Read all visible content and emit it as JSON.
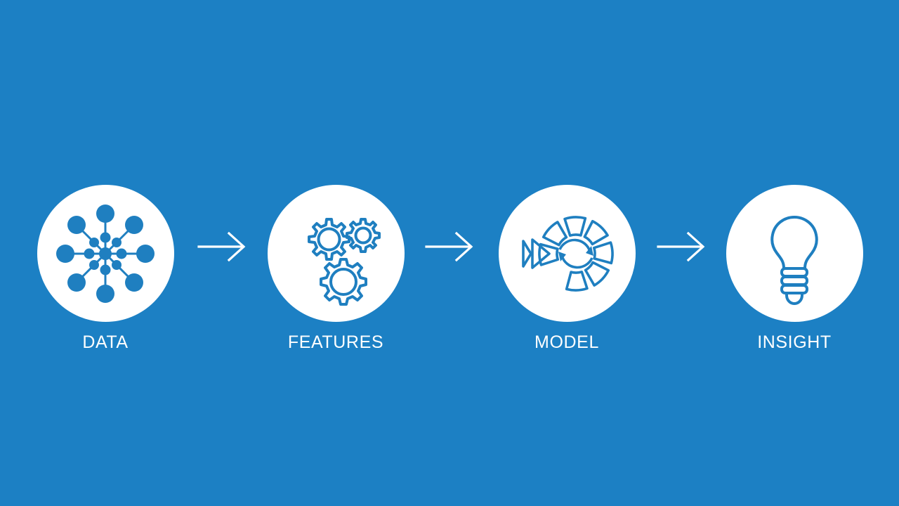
{
  "slide": {
    "background_color": "#1c80c4",
    "accent_color": "#1f7fc0",
    "circle_color": "#ffffff",
    "label_color": "#ffffff",
    "arrow_color": "#ffffff"
  },
  "steps": [
    {
      "id": "data",
      "label": "DATA",
      "icon": "network-nodes-icon"
    },
    {
      "id": "features",
      "label": "FEATURES",
      "icon": "gears-icon"
    },
    {
      "id": "model",
      "label": "MODEL",
      "icon": "model-wheel-icon"
    },
    {
      "id": "insight",
      "label": "INSIGHT",
      "icon": "lightbulb-icon"
    }
  ],
  "connectors": [
    {
      "id": "arrow-1",
      "icon": "arrow-right-icon"
    },
    {
      "id": "arrow-2",
      "icon": "arrow-right-icon"
    },
    {
      "id": "arrow-3",
      "icon": "arrow-right-icon"
    }
  ]
}
